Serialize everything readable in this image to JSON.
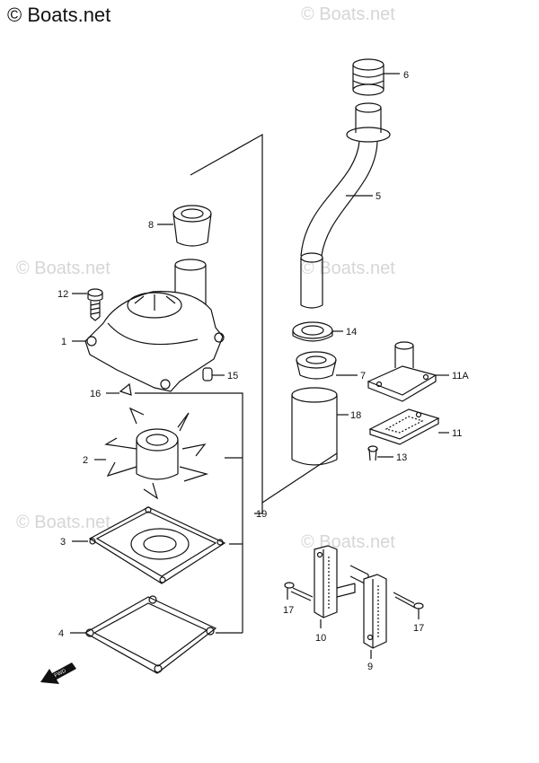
{
  "brand": "© Boats.net",
  "watermark": "© Boats.net",
  "fwd_label": "FWD",
  "callouts": {
    "c1": "1",
    "c2": "2",
    "c3": "3",
    "c4": "4",
    "c5": "5",
    "c6": "6",
    "c7": "7",
    "c8": "8",
    "c9": "9",
    "c10": "10",
    "c11": "11",
    "c11a": "11A",
    "c12": "12",
    "c13": "13",
    "c14": "14",
    "c15": "15",
    "c16": "16",
    "c17a": "17",
    "c17b": "17",
    "c18": "18",
    "c19": "19"
  },
  "colors": {
    "line": "#111111",
    "watermark": "#d6d6d6"
  }
}
